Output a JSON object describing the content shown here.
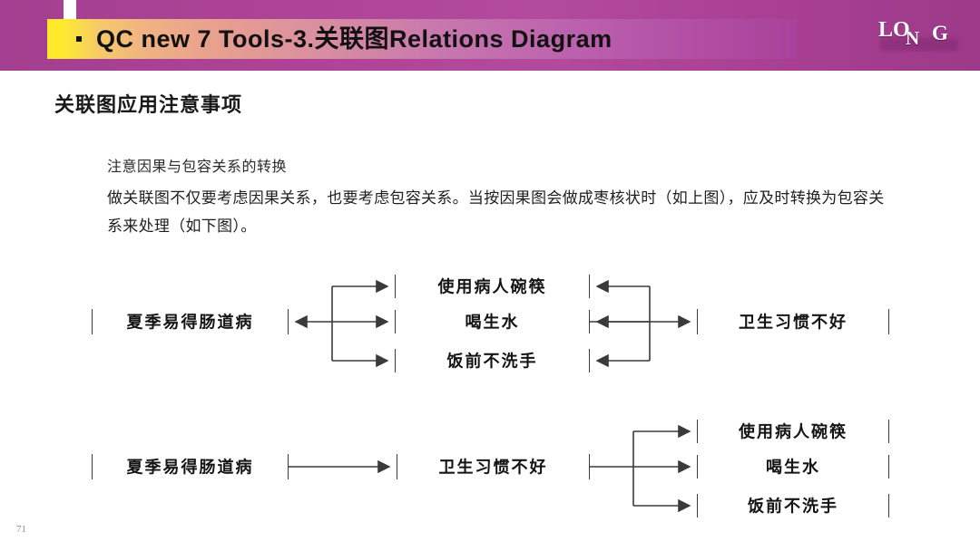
{
  "header": {
    "bullet": "·",
    "title": "QC  new  7  Tools-3.关联图Relations Diagram",
    "logo": {
      "part1": "LO",
      "part2": "N",
      "part3": "G"
    },
    "colors": {
      "purple": "#a83f94",
      "bar_start": "#fde92a",
      "bar_end": "#a8429a"
    }
  },
  "section": {
    "heading": "关联图应用注意事项"
  },
  "body": {
    "lead": "注意因果与包容关系的转换",
    "paragraph": "做关联图不仅要考虑因果关系，也要考虑包容关系。当按因果图会做成枣核状时（如上图），应及时转换为包容关系来处理（如下图）。"
  },
  "diagram1": {
    "left_box": "夏季易得肠道病",
    "middle_boxes": [
      "使用病人碗筷",
      "喝生水",
      "饭前不洗手"
    ],
    "right_box": "卫生习惯不好"
  },
  "diagram2": {
    "left_box": "夏季易得肠道病",
    "middle_box": "卫生习惯不好",
    "right_boxes": [
      "使用病人碗筷",
      "喝生水",
      "饭前不洗手"
    ]
  },
  "footer": {
    "page_number": "71"
  }
}
